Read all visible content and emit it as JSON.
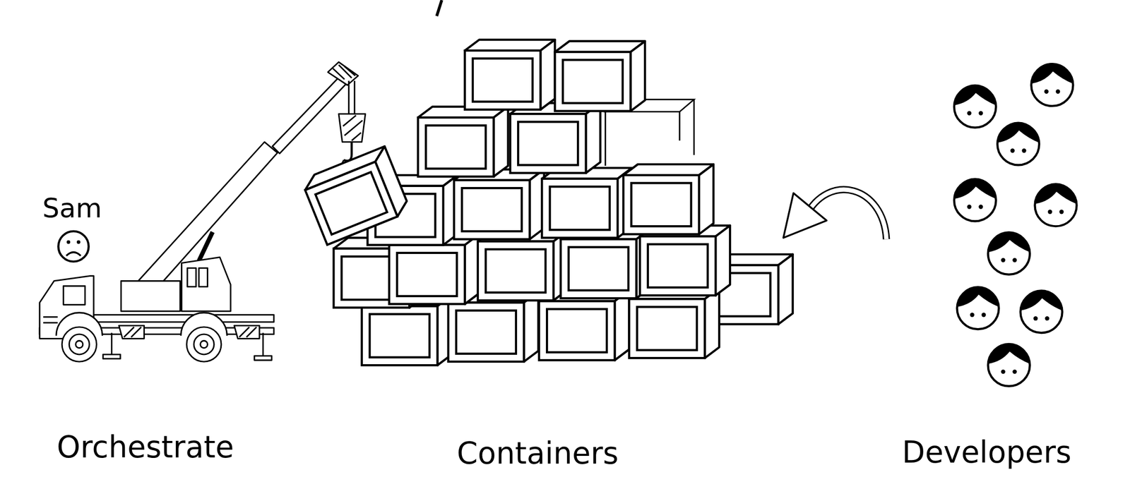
{
  "diagram": {
    "labels": [
      "Sam",
      "Orchestrate",
      "Containers",
      "Developers"
    ]
  }
}
